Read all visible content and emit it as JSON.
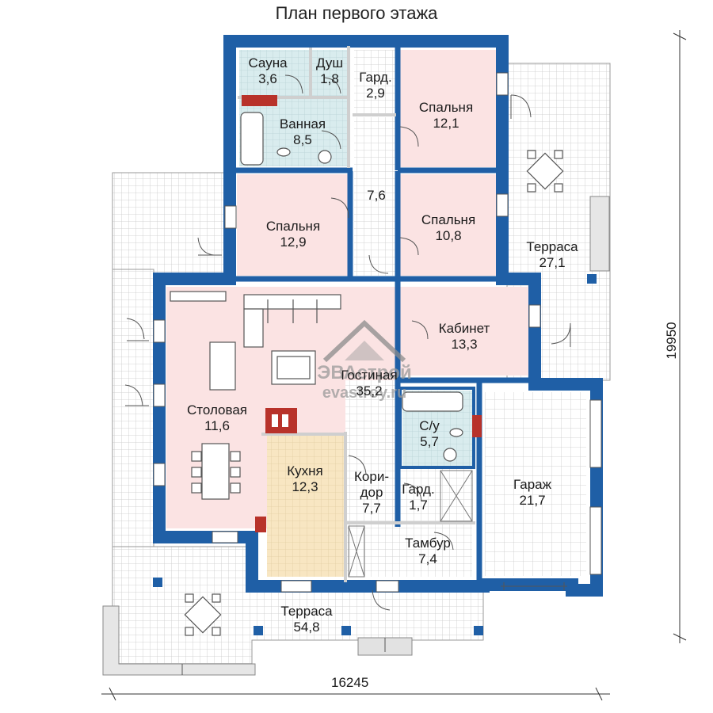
{
  "title": "План первого этажа",
  "dimensions": {
    "width": "16245",
    "height": "19950"
  },
  "watermark": {
    "brand": "ЭВАстрой",
    "site": "evastroy.ru"
  },
  "colors": {
    "wall": "#1f5fa6",
    "interior_wall": "#cfcfcf",
    "room_pink": "#fbe3e3",
    "kitchen": "#f9e8c4",
    "bath": "#d8ebec",
    "tile_grid": "#c6c6c6",
    "chimney": "#b8322a"
  },
  "rooms": [
    {
      "id": "sauna",
      "name": "Сауна",
      "area": "3,6"
    },
    {
      "id": "shower",
      "name": "Душ",
      "area": "1,8"
    },
    {
      "id": "wardrobe-top",
      "name": "Гард.",
      "area": "2,9"
    },
    {
      "id": "bedroom-ne",
      "name": "Спальня",
      "area": "12,1"
    },
    {
      "id": "bathroom",
      "name": "Ванная",
      "area": "8,5"
    },
    {
      "id": "hall",
      "name": "",
      "area": "7,6"
    },
    {
      "id": "bedroom-w",
      "name": "Спальня",
      "area": "12,9"
    },
    {
      "id": "bedroom-e",
      "name": "Спальня",
      "area": "10,8"
    },
    {
      "id": "terrace-east",
      "name": "Терраса",
      "area": "27,1"
    },
    {
      "id": "office",
      "name": "Кабинет",
      "area": "13,3"
    },
    {
      "id": "living",
      "name": "Гостиная",
      "area": "35,2"
    },
    {
      "id": "dining",
      "name": "Столовая",
      "area": "11,6"
    },
    {
      "id": "wc",
      "name": "С/у",
      "area": "5,7"
    },
    {
      "id": "kitchen",
      "name": "Кухня",
      "area": "12,3"
    },
    {
      "id": "corridor",
      "name": "Кори-\nдор",
      "area": "7,7"
    },
    {
      "id": "wardrobe-mid",
      "name": "Гард.",
      "area": "1,7"
    },
    {
      "id": "garage",
      "name": "Гараж",
      "area": "21,7"
    },
    {
      "id": "vestibule",
      "name": "Тамбур",
      "area": "7,4"
    },
    {
      "id": "terrace-south",
      "name": "Терраса",
      "area": "54,8"
    }
  ]
}
